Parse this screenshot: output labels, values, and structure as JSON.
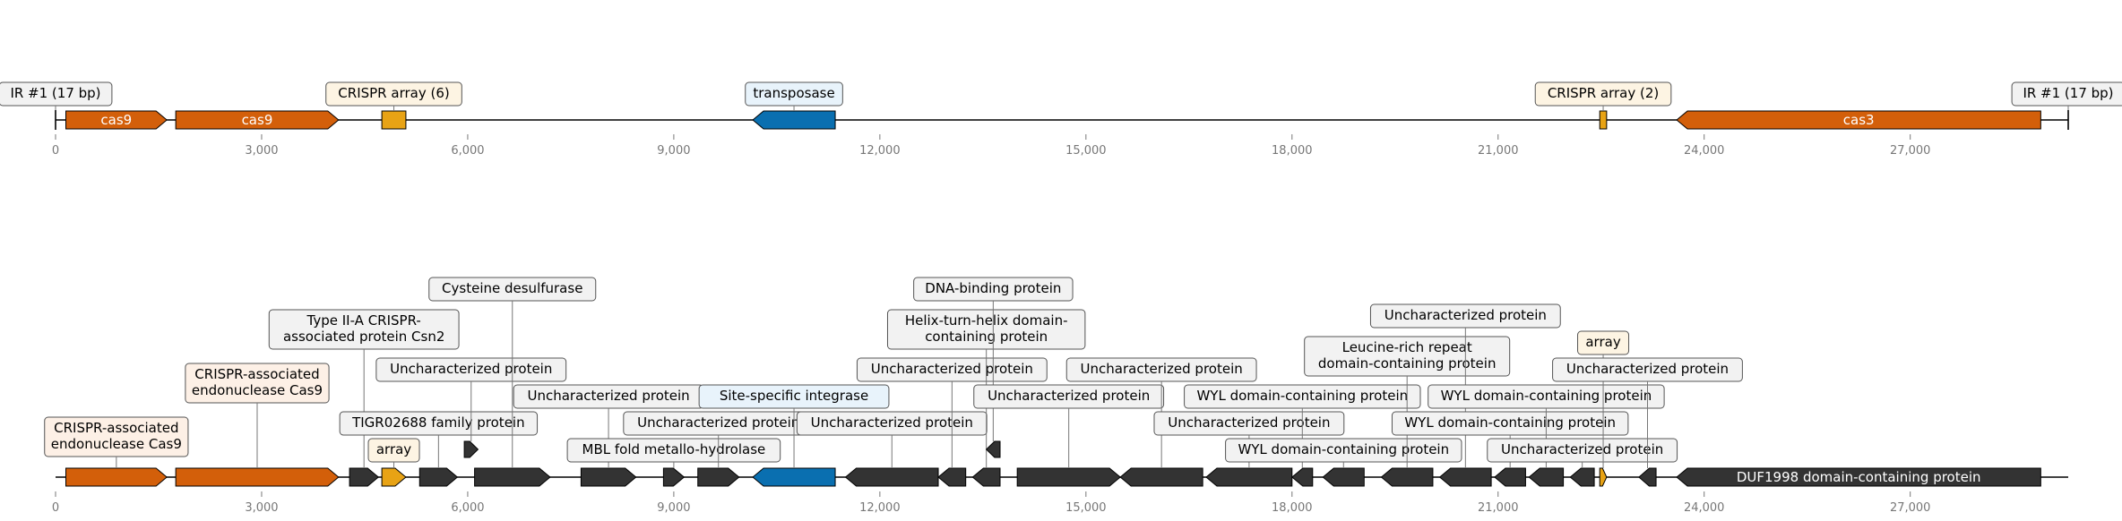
{
  "colors": {
    "cas": "#d35f0a",
    "crispr": "#e8a315",
    "transposase": "#0a6fb0",
    "other": "#333333",
    "box_fill_neutral": "#f2f2f2",
    "box_fill_crispr": "#fdf4e3",
    "box_fill_transposase": "#e8f3fb",
    "box_fill_cas": "#fdf0e6"
  },
  "axis": {
    "min": 0,
    "max": 29300,
    "ticks": [
      "0",
      "3,000",
      "6,000",
      "9,000",
      "12,000",
      "15,000",
      "18,000",
      "21,000",
      "24,000",
      "27,000"
    ]
  },
  "top_track": {
    "ir_left": "IR #1 (17 bp)",
    "ir_right": "IR #1 (17 bp)",
    "features": [
      {
        "start": 150,
        "end": 1620,
        "strand": 1,
        "color": "cas",
        "inside": "cas9"
      },
      {
        "start": 1750,
        "end": 4120,
        "strand": 1,
        "color": "cas",
        "inside": "cas9"
      },
      {
        "start": 4750,
        "end": 5100,
        "strand": 0,
        "color": "crispr",
        "label": "CRISPR array (6)",
        "box": "box_fill_crispr",
        "level": 0
      },
      {
        "start": 10150,
        "end": 11350,
        "strand": -1,
        "color": "transposase",
        "label": "transposase",
        "box": "box_fill_transposase",
        "level": 0
      },
      {
        "start": 22480,
        "end": 22580,
        "strand": 0,
        "color": "crispr",
        "label": "CRISPR array (2)",
        "box": "box_fill_crispr",
        "level": 0
      },
      {
        "start": 23600,
        "end": 28900,
        "strand": -1,
        "color": "cas",
        "inside": "cas3"
      }
    ]
  },
  "bottom_track": {
    "features": [
      {
        "start": 150,
        "end": 1620,
        "strand": 1,
        "color": "cas",
        "label": "CRISPR-associated\nendonuclease Cas9",
        "box": "box_fill_cas",
        "level": 0
      },
      {
        "start": 1750,
        "end": 4120,
        "strand": 1,
        "color": "cas",
        "label": "CRISPR-associated\nendonuclease Cas9",
        "box": "box_fill_cas",
        "level": 2
      },
      {
        "start": 4280,
        "end": 4700,
        "strand": 1,
        "color": "other",
        "label": "Type II-A CRISPR-\nassociated protein Csn2",
        "box": "box_fill_neutral",
        "level": 4
      },
      {
        "start": 4750,
        "end": 5100,
        "strand": 1,
        "color": "crispr",
        "label": "array",
        "box": "box_fill_crispr",
        "level": 0
      },
      {
        "start": 5300,
        "end": 5850,
        "strand": 1,
        "color": "other",
        "label": "TIGR02688 family protein",
        "box": "box_fill_neutral",
        "level": 1
      },
      {
        "start": 5950,
        "end": 6150,
        "strand": 1,
        "color": "other",
        "label": "Uncharacterized protein",
        "box": "box_fill_neutral",
        "level": 3,
        "row": 1
      },
      {
        "start": 6100,
        "end": 7200,
        "strand": 1,
        "color": "other",
        "label": "Cysteine desulfurase",
        "box": "box_fill_neutral",
        "level": 5
      },
      {
        "start": 7650,
        "end": 8450,
        "strand": 1,
        "color": "other",
        "label": "Uncharacterized protein",
        "box": "box_fill_neutral",
        "level": 2
      },
      {
        "start": 8850,
        "end": 9150,
        "strand": 1,
        "color": "other",
        "label": "MBL fold metallo-hydrolase",
        "box": "box_fill_neutral",
        "level": 0
      },
      {
        "start": 9350,
        "end": 9950,
        "strand": 1,
        "color": "other",
        "label": "Uncharacterized protein",
        "box": "box_fill_neutral",
        "level": 1
      },
      {
        "start": 10150,
        "end": 11350,
        "strand": -1,
        "color": "transposase",
        "label": "Site-specific integrase",
        "box": "box_fill_transposase",
        "level": 2
      },
      {
        "start": 11500,
        "end": 12850,
        "strand": -1,
        "color": "other",
        "label": "Uncharacterized protein",
        "box": "box_fill_neutral",
        "level": 1
      },
      {
        "start": 12850,
        "end": 13250,
        "strand": -1,
        "color": "other",
        "label": "Uncharacterized protein",
        "box": "box_fill_neutral",
        "level": 3
      },
      {
        "start": 13350,
        "end": 13750,
        "strand": -1,
        "color": "other",
        "label": "Helix-turn-helix domain-\ncontaining protein",
        "box": "box_fill_neutral",
        "level": 4
      },
      {
        "start": 13550,
        "end": 13750,
        "strand": -1,
        "color": "other",
        "label": "DNA-binding protein",
        "box": "box_fill_neutral",
        "level": 5,
        "row": 1
      },
      {
        "start": 14000,
        "end": 15500,
        "strand": 1,
        "color": "other",
        "label": "Uncharacterized protein",
        "box": "box_fill_neutral",
        "level": 2
      },
      {
        "start": 15500,
        "end": 16700,
        "strand": -1,
        "color": "other",
        "label": "Uncharacterized protein",
        "box": "box_fill_neutral",
        "level": 3
      },
      {
        "start": 16750,
        "end": 18000,
        "strand": -1,
        "color": "other",
        "label": "Uncharacterized protein",
        "box": "box_fill_neutral",
        "level": 1
      },
      {
        "start": 18000,
        "end": 18300,
        "strand": -1,
        "color": "other",
        "label": "WYL domain-containing protein",
        "box": "box_fill_neutral",
        "level": 2
      },
      {
        "start": 18450,
        "end": 19050,
        "strand": -1,
        "color": "other",
        "label": "WYL domain-containing protein",
        "box": "box_fill_neutral",
        "level": 0
      },
      {
        "start": 19300,
        "end": 20050,
        "strand": -1,
        "color": "other",
        "label": "Leucine-rich repeat\ndomain-containing protein",
        "box": "box_fill_neutral",
        "level": 4
      },
      {
        "start": 20150,
        "end": 20900,
        "strand": -1,
        "color": "other",
        "label": "Uncharacterized protein",
        "box": "box_fill_neutral",
        "level": 5
      },
      {
        "start": 20950,
        "end": 21400,
        "strand": -1,
        "color": "other",
        "label": "WYL domain-containing protein",
        "box": "box_fill_neutral",
        "level": 1
      },
      {
        "start": 21450,
        "end": 21950,
        "strand": -1,
        "color": "other",
        "label": "WYL domain-containing protein",
        "box": "box_fill_neutral",
        "level": 2
      },
      {
        "start": 22050,
        "end": 22400,
        "strand": -1,
        "color": "other",
        "label": "Uncharacterized protein",
        "box": "box_fill_neutral",
        "level": 0
      },
      {
        "start": 22480,
        "end": 22580,
        "strand": 1,
        "color": "crispr",
        "label": "array",
        "box": "box_fill_crispr",
        "level": 4
      },
      {
        "start": 23050,
        "end": 23300,
        "strand": -1,
        "color": "other",
        "label": "Uncharacterized protein",
        "box": "box_fill_neutral",
        "level": 3
      },
      {
        "start": 23600,
        "end": 28900,
        "strand": -1,
        "color": "other",
        "inside": "DUF1998 domain-containing protein"
      }
    ]
  }
}
